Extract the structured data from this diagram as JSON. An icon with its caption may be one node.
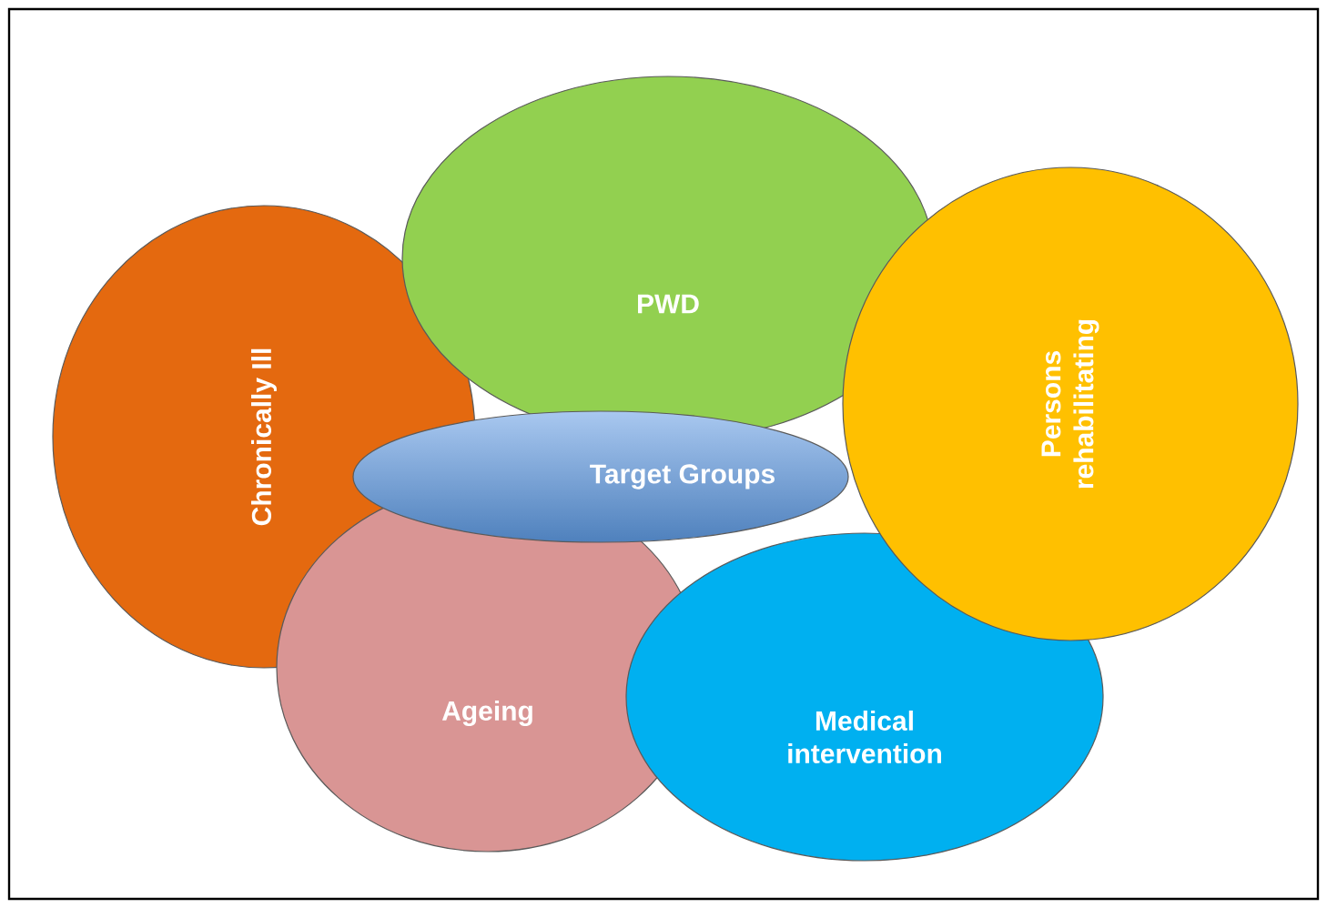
{
  "diagram": {
    "nodes": [
      {
        "text": [
          "Chronically Ill"
        ]
      },
      {
        "text": [
          "PWD"
        ]
      },
      {
        "text": [
          "Persons rehabilitating"
        ]
      },
      {
        "text": [
          "Target Groups"
        ]
      },
      {
        "text": [
          "Ageing"
        ]
      },
      {
        "text": [
          "Medical intervention"
        ]
      }
    ]
  }
}
